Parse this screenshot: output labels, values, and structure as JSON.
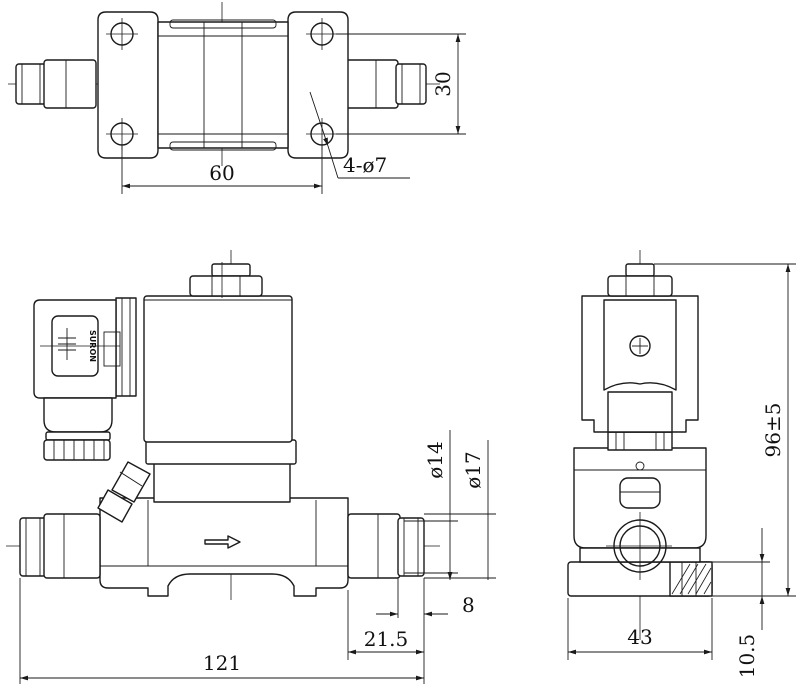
{
  "drawing": {
    "dimensions": {
      "top_length": "60",
      "top_height": "30",
      "holes": "4-ø7",
      "port_dia_inner": "ø14",
      "port_dia_outer": "ø17",
      "overall_length": "121",
      "port_length": "21.5",
      "port_end": "8",
      "overall_height": "96±5",
      "side_width": "43",
      "base_height": "10.5"
    },
    "logo_text": "SURON"
  }
}
